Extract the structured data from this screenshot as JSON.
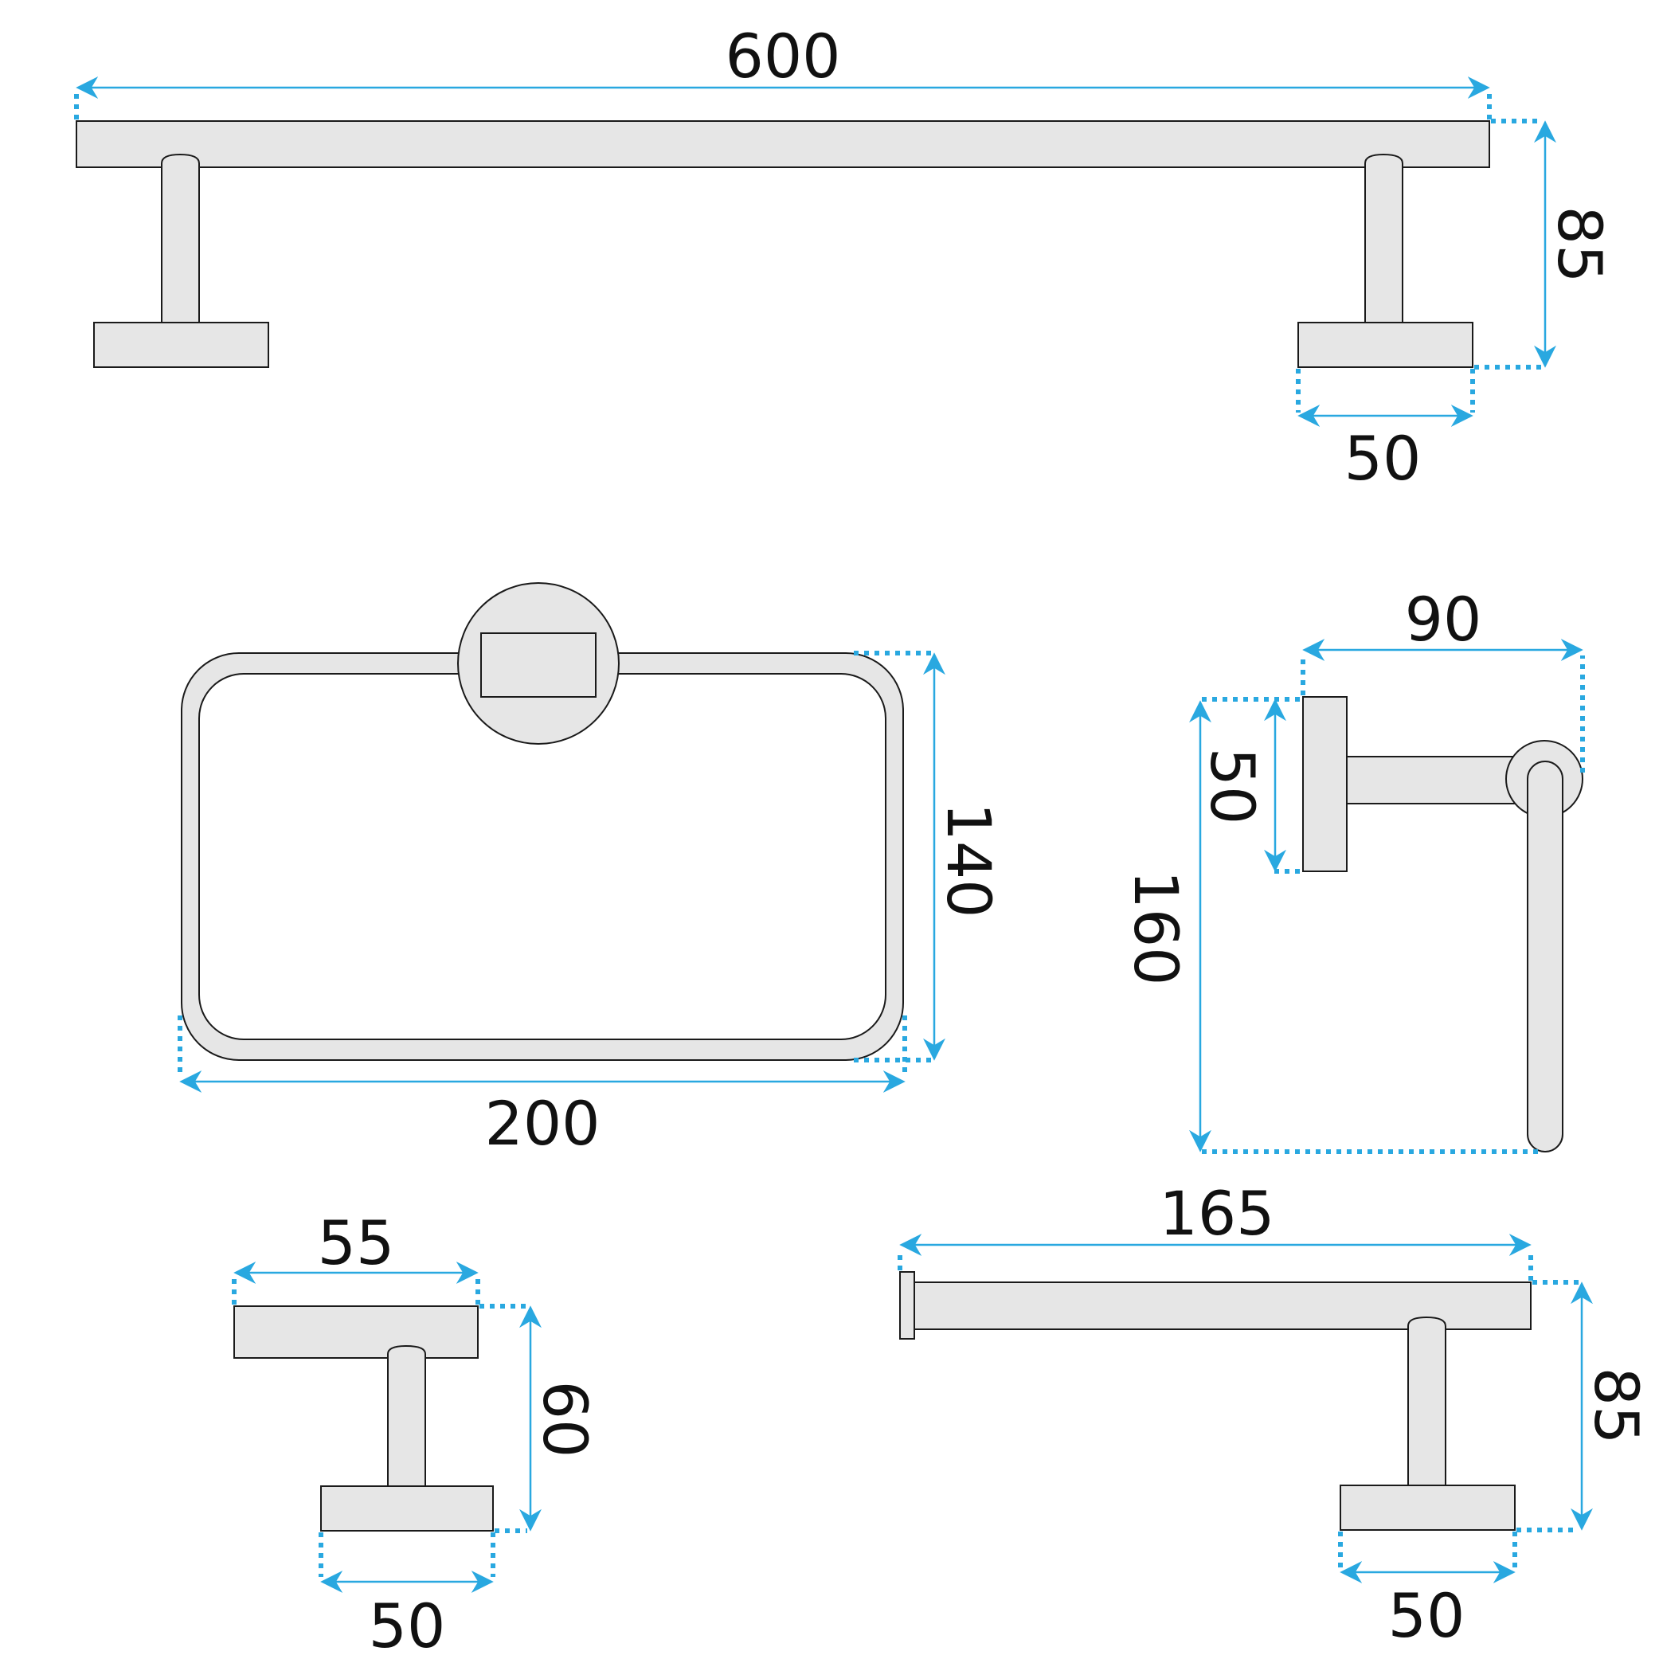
{
  "colors": {
    "dimension": "#29a8e0",
    "part_fill": "#e6e6e6",
    "part_outline": "#1a1a1a"
  },
  "towel_bar": {
    "width": "600",
    "depth": "85",
    "base": "50"
  },
  "towel_ring": {
    "width": "200",
    "height": "140"
  },
  "paper_holder": {
    "width": "90",
    "base": "50",
    "height": "160"
  },
  "robe_hook": {
    "top": "55",
    "depth": "60",
    "base": "50"
  },
  "short_bar": {
    "width": "165",
    "depth": "85",
    "base": "50"
  }
}
